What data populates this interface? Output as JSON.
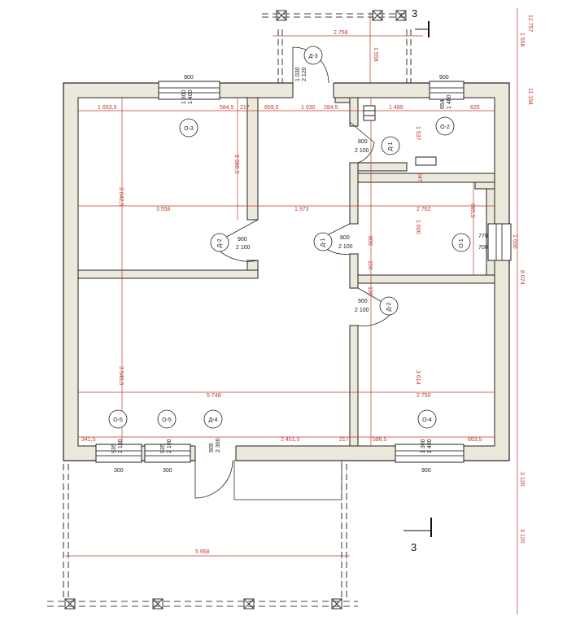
{
  "section_marks": {
    "top": "3",
    "bottom": "3"
  },
  "overall_dims": {
    "porch_width": "2 758",
    "bottom_width": "5 958",
    "room_span_bottom": "5 748",
    "total_height": "8 074",
    "right_seg_top": "1 558",
    "right_seg_top2": "12 757",
    "right_seg_mid": "11 194",
    "right_seg_bot1": "3 120",
    "right_seg_bot2": "3 120",
    "right_window": "1 600"
  },
  "room_dims": {
    "tl_width": "3 558",
    "tl_height": "3 642,5",
    "corridor_width": "1 973",
    "mr_width": "2 762",
    "br_width": "2 750",
    "br_height": "3 614",
    "bl_height": "3 540,5",
    "br_bottom": "5 748",
    "mid_h1": "1 600",
    "mid_h2": "1 537",
    "v_2586": "2 586,5"
  },
  "top_row_dims": [
    "1 653,5",
    "584,5",
    "217",
    "659,5",
    "1 030",
    "284,5",
    "1 489",
    "625"
  ],
  "bottom_row_dims": [
    "341,5",
    "2 451,5",
    "217",
    "586,5",
    "663,5"
  ],
  "windows": [
    {
      "tag": "О-3",
      "width": "900",
      "sill": "1 300",
      "height": "1 400"
    },
    {
      "tag": "О-2",
      "width": "900",
      "sill": "654",
      "height": "1 400"
    },
    {
      "tag": "О-1",
      "width": "770",
      "height": "700"
    },
    {
      "tag": "О-5",
      "width": "300",
      "sill": "935",
      "height": "2 100"
    },
    {
      "tag": "О-5",
      "width": "300",
      "sill": "935",
      "height": "2 100"
    },
    {
      "tag": "О-4",
      "width": "900",
      "sill": "1 300",
      "height": "1 400"
    }
  ],
  "doors": [
    {
      "tag": "Д-3",
      "width": "1 030",
      "height": "2 120"
    },
    {
      "tag": "Д-1",
      "width": "800",
      "height": "2 100"
    },
    {
      "tag": "Д-2",
      "width": "900",
      "height": "2 100"
    },
    {
      "tag": "Д-1",
      "width": "800",
      "height": "2 100"
    },
    {
      "tag": "Д-2",
      "width": "900",
      "height": "2 100"
    },
    {
      "tag": "Д-4",
      "width": "905",
      "height": "2 300"
    }
  ],
  "misc": {
    "stair_w": "247",
    "small_1": "150",
    "small_2": "800",
    "small_3": "150",
    "small_4": "140",
    "dim_685": "685,5"
  }
}
